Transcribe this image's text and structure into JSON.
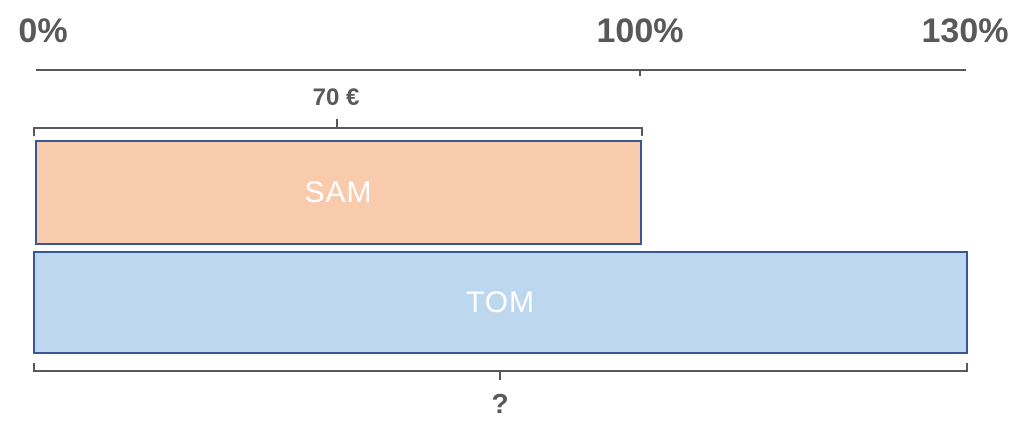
{
  "chart_data": {
    "type": "bar",
    "orientation": "horizontal",
    "title": "",
    "xlabel": "",
    "ylabel": "",
    "axis": {
      "unit": "percent",
      "range": [
        0,
        130
      ],
      "ticks": [
        "0%",
        "100%",
        "130%"
      ],
      "tick_values": [
        0,
        100,
        130
      ],
      "position": "top",
      "note": "schematic, not drawn to linear scale; 100% tick sits at end of SAM bar"
    },
    "categories": [
      "SAM",
      "TOM"
    ],
    "series": [
      {
        "name": "percent_of_reference",
        "values": [
          100,
          130
        ]
      }
    ],
    "annotations": [
      {
        "target": "SAM",
        "text": "70 €",
        "position": "above",
        "meaning": "SAM bar (100%) equals 70 €"
      },
      {
        "target": "TOM",
        "text": "?",
        "position": "below",
        "meaning": "TOM bar (130%) value unknown"
      }
    ],
    "legend": null,
    "grid": false,
    "colors": {
      "sam_fill": "#F8CBAD",
      "tom_fill": "#BDD7EE",
      "bar_border": "#3A5795",
      "bar_text": "#FFFFFF",
      "axis_and_labels": "#595959",
      "background": "#FFFFFF"
    }
  }
}
